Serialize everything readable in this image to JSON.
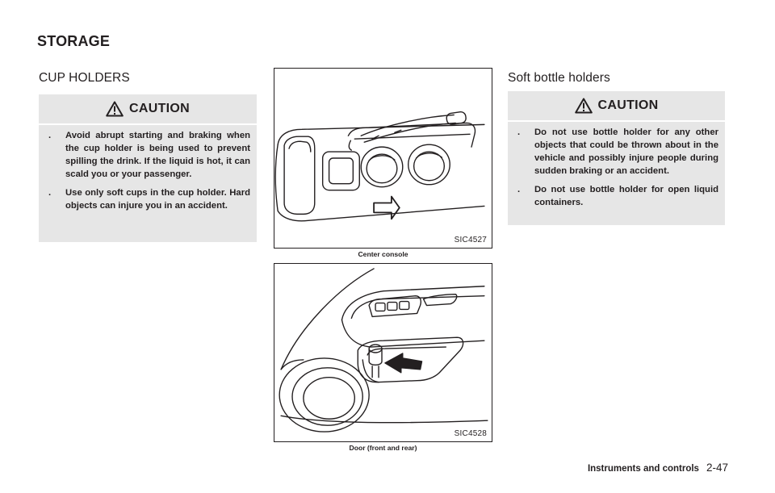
{
  "page": {
    "header": "STORAGE",
    "left_section": {
      "heading": "CUP HOLDERS",
      "caution": {
        "label": "CAUTION",
        "items": [
          "Avoid abrupt starting and braking when the cup holder is being used to prevent spilling the drink. If the liquid is hot, it can scald you or your passenger.",
          "Use only soft cups in the cup holder. Hard objects can injure you in an accident."
        ]
      }
    },
    "right_section": {
      "heading": "Soft bottle holders",
      "caution": {
        "label": "CAUTION",
        "items": [
          "Do not use bottle holder for any other objects that could be thrown about in the vehicle and possibly injure people during sudden braking or an accident.",
          "Do not use bottle holder for open liquid containers."
        ]
      }
    },
    "figures": [
      {
        "code": "SIC4527",
        "caption": "Center console"
      },
      {
        "code": "SIC4528",
        "caption": "Door (front and rear)"
      }
    ],
    "bullet_char": ".",
    "footer": {
      "section": "Instruments and controls",
      "page_number": "2-47"
    }
  }
}
